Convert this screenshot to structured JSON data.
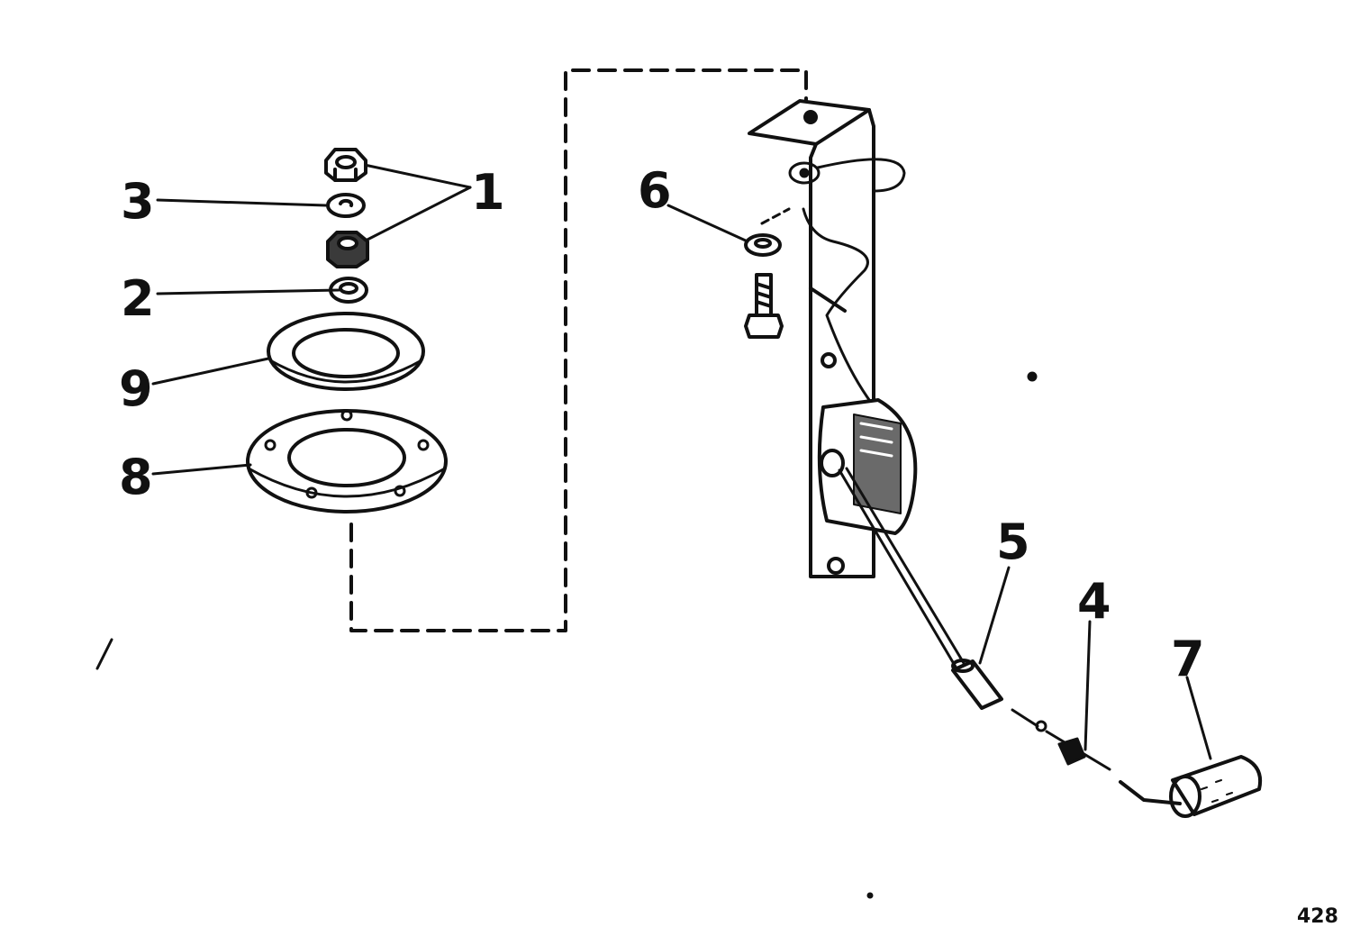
{
  "diagram": {
    "callouts": [
      {
        "id": "1",
        "label": "1"
      },
      {
        "id": "2",
        "label": "2"
      },
      {
        "id": "3",
        "label": "3"
      },
      {
        "id": "4",
        "label": "4"
      },
      {
        "id": "5",
        "label": "5"
      },
      {
        "id": "6",
        "label": "6"
      },
      {
        "id": "7",
        "label": "7"
      },
      {
        "id": "8",
        "label": "8"
      },
      {
        "id": "9",
        "label": "9"
      }
    ],
    "figure_number": "428"
  },
  "colors": {
    "ink": "#111111",
    "background": "#ffffff",
    "shade": "#6a6a6a"
  }
}
